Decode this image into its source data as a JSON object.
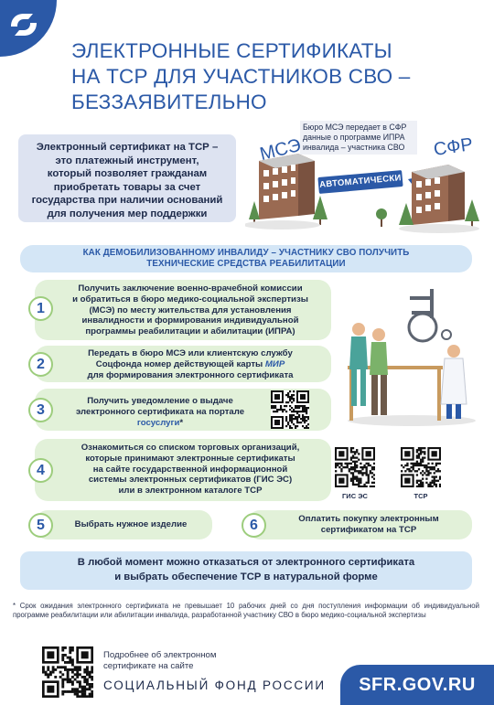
{
  "title": {
    "line1": "ЭЛЕКТРОННЫЕ СЕРТИФИКАТЫ",
    "line2": "НА ТСР ДЛЯ УЧАСТНИКОВ СВО –",
    "line3": "БЕЗЗАЯВИТЕЛЬНО"
  },
  "intro": {
    "line1": "Электронный сертификат на ТСР –",
    "line2": "это платежный инструмент,",
    "line3": "который позволяет гражданам",
    "line4": "приобретать товары за счет",
    "line5": "государства при наличии оснований",
    "line6": "для получения мер поддержки"
  },
  "hero": {
    "note_line1": "Бюро МСЭ передает в СФР",
    "note_line2": "данные о программе ИПРА",
    "note_line3": "инвалида – участника СВО",
    "mse_label": "МСЭ",
    "sfr_label": "СФР",
    "auto_label": "АВТОМАТИЧЕСКИ"
  },
  "banner": {
    "line1": "КАК ДЕМОБИЛИЗОВАННОМУ ИНВАЛИДУ – УЧАСТНИКУ СВО ПОЛУЧИТЬ",
    "line2": "ТЕХНИЧЕСКИЕ СРЕДСТВА РЕАБИЛИТАЦИИ"
  },
  "steps": [
    {
      "number": "1",
      "lines": [
        "Получить заключение военно-врачебной комиссии",
        "и обратиться в бюро медико-социальной экспертизы",
        "(МСЭ) по месту жительства для установления",
        "инвалидности и формирования индивидуальной",
        "программы реабилитации и абилитации (ИПРА)"
      ]
    },
    {
      "number": "2",
      "line1": "Передать в бюро МСЭ или клиентскую службу",
      "line2_pre": "Соцфонда номер действующей карты ",
      "line2_brand": "МИР",
      "line3": "для формирования электронного сертификата"
    },
    {
      "number": "3",
      "line1": "Получить уведомление о выдаче",
      "line2": "электронного сертификата на портале",
      "brand": "госуслуги",
      "mark": "*"
    },
    {
      "number": "4",
      "line1": "Ознакомиться со списком торговых организаций,",
      "line2": "которые принимают электронные сертификаты",
      "line3": "на сайте государственной информационной",
      "line4_pre": "системы электронных сертификатов ",
      "line4_bold": "(ГИС ЭС)",
      "line5_pre": "или в ",
      "line5_bold": "электронном каталоге ТСР"
    },
    {
      "number": "5",
      "line1": "Выбрать нужное изделие"
    },
    {
      "number": "6",
      "line1": "Оплатить покупку электронным",
      "line2": "сертификатом на ТСР"
    }
  ],
  "qr_labels": {
    "gis": "ГИС ЭС",
    "tsr": "ТСР"
  },
  "anytime": {
    "line1": "В любой момент можно отказаться от электронного сертификата",
    "line2": "и выбрать обеспечение ТСР в натуральной форме"
  },
  "footnote": "* Срок ожидания электронного сертификата не превышает 10 рабочих дней со дня поступления информации об индивидуальной программе реабилитации или абилитации инвалида, разработанной участнику СВО в бюро медико-социальной экспертизы",
  "footer": {
    "more_line1": "Подробнее об электронном",
    "more_line2": "сертификате на сайте",
    "org": "СОЦИАЛЬНЫЙ ФОНД РОССИИ",
    "site": "SFR.GOV.RU"
  },
  "colors": {
    "brand_blue": "#2b59a7",
    "step_green": "#e2f1d9",
    "step_border": "#9dcd7d",
    "banner_blue": "#d4e6f6",
    "intro_grey": "#dde3f1"
  }
}
